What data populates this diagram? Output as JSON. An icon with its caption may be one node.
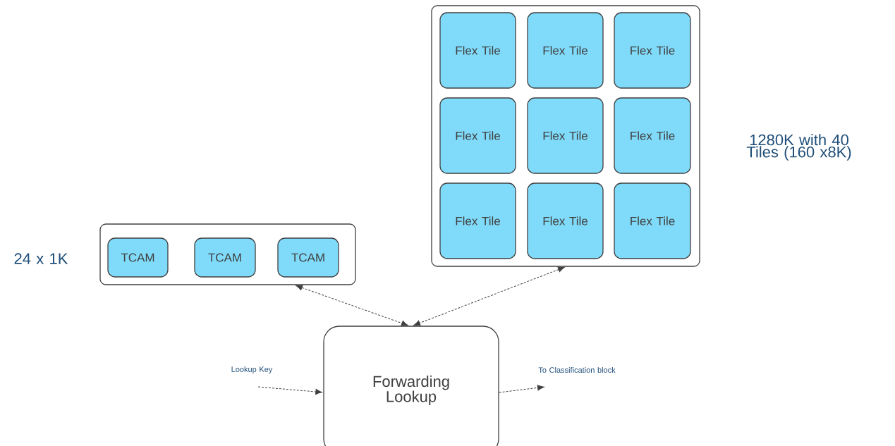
{
  "diagram": {
    "nodes": [
      {
        "text": [],
        "shape": "box",
        "beside": [
          "24 x 1K"
        ]
      },
      {
        "text": [
          "TCAM"
        ],
        "in": 0
      },
      {
        "text": [
          "TCAM"
        ],
        "in": 0
      },
      {
        "text": [
          "TCAM"
        ],
        "in": 0
      },
      {
        "text": [],
        "shape": "box",
        "beside": [
          "1280K with 40 Tiles (160 x8K)"
        ]
      },
      {
        "text": [
          "Flex Tile"
        ],
        "in": 4
      },
      {
        "text": [
          "Flex Tile"
        ],
        "in": 4
      },
      {
        "text": [
          "Flex Tile"
        ],
        "in": 4
      },
      {
        "text": [
          "Flex Tile"
        ],
        "in": 4
      },
      {
        "text": [
          "Flex Tile"
        ],
        "in": 4
      },
      {
        "text": [
          "Flex Tile"
        ],
        "in": 4
      },
      {
        "text": [
          "Flex Tile"
        ],
        "in": 4
      },
      {
        "text": [
          "Flex Tile"
        ],
        "in": 4
      },
      {
        "text": [
          "Flex Tile"
        ],
        "in": 4
      },
      {
        "text": [
          "Forwarding Lookup"
        ]
      }
    ],
    "edges": [
      {
        "from": 0,
        "to": 14,
        "arrow": "both",
        "style": "dashed"
      },
      {
        "from": 4,
        "to": 14,
        "arrow": "both",
        "style": "dashed"
      },
      {
        "from": null,
        "to": 14,
        "arrow": "to",
        "style": "dashed",
        "label": "Lookup Key"
      },
      {
        "from": 14,
        "to": null,
        "arrow": "to",
        "style": "dashed",
        "label": "To Classification block"
      }
    ]
  }
}
